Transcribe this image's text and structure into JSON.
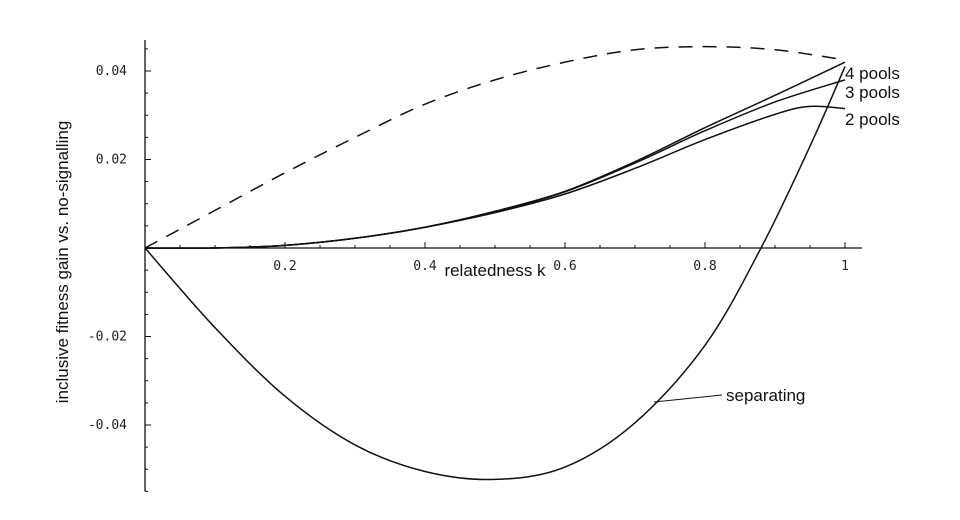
{
  "chart_data": {
    "type": "line",
    "title": "",
    "xlabel": "relatedness k",
    "ylabel": "inclusive fitness gain vs. no-signalling",
    "xlim": [
      0,
      1
    ],
    "ylim": [
      -0.055,
      0.047
    ],
    "xticks": [
      0.2,
      0.4,
      0.6,
      0.8,
      1
    ],
    "xtick_labels": [
      "0.2",
      "0.4",
      "0.6",
      "0.8",
      "1"
    ],
    "yticks": [
      0.04,
      0.02,
      -0.02,
      -0.04
    ],
    "ytick_labels": [
      "0.04",
      "0.02",
      "-0.02",
      "-0.04"
    ],
    "grid": false,
    "series": [
      {
        "name": "dashed",
        "label": "",
        "style": "dashed",
        "x": [
          0,
          0.1,
          0.2,
          0.3,
          0.4,
          0.5,
          0.6,
          0.7,
          0.8,
          0.9,
          1.0
        ],
        "y": [
          0,
          0.0085,
          0.017,
          0.025,
          0.0325,
          0.038,
          0.042,
          0.0448,
          0.0455,
          0.0448,
          0.0425
        ]
      },
      {
        "name": "separating",
        "label": "separating",
        "style": "solid",
        "x": [
          0,
          0.1,
          0.2,
          0.3,
          0.4,
          0.5,
          0.6,
          0.7,
          0.8,
          0.88,
          0.95,
          1.0
        ],
        "y": [
          0,
          -0.018,
          -0.0335,
          -0.0445,
          -0.0505,
          -0.0523,
          -0.0495,
          -0.0395,
          -0.022,
          0,
          0.023,
          0.041
        ]
      },
      {
        "name": "2 pools",
        "label": "2 pools",
        "style": "solid",
        "x": [
          0,
          0.1,
          0.2,
          0.3,
          0.4,
          0.5,
          0.6,
          0.7,
          0.8,
          0.9,
          0.95,
          1.0
        ],
        "y": [
          0,
          0,
          0.0006,
          0.0022,
          0.0047,
          0.008,
          0.0122,
          0.018,
          0.0245,
          0.0302,
          0.032,
          0.0315
        ]
      },
      {
        "name": "3 pools",
        "label": "3 pools",
        "style": "solid",
        "x": [
          0,
          0.1,
          0.2,
          0.3,
          0.4,
          0.5,
          0.6,
          0.7,
          0.8,
          0.9,
          1.0
        ],
        "y": [
          0,
          0,
          0.0006,
          0.0022,
          0.0047,
          0.0082,
          0.0127,
          0.0192,
          0.0265,
          0.033,
          0.038
        ]
      },
      {
        "name": "4 pools",
        "label": "4 pools",
        "style": "solid",
        "x": [
          0,
          0.1,
          0.2,
          0.3,
          0.4,
          0.5,
          0.6,
          0.7,
          0.8,
          0.9,
          1.0
        ],
        "y": [
          0,
          0,
          0.0006,
          0.0022,
          0.0047,
          0.0083,
          0.0128,
          0.0195,
          0.0272,
          0.0345,
          0.042
        ]
      }
    ],
    "annotations": [
      "4 pools",
      "3 pools",
      "2 pools",
      "separating"
    ]
  }
}
